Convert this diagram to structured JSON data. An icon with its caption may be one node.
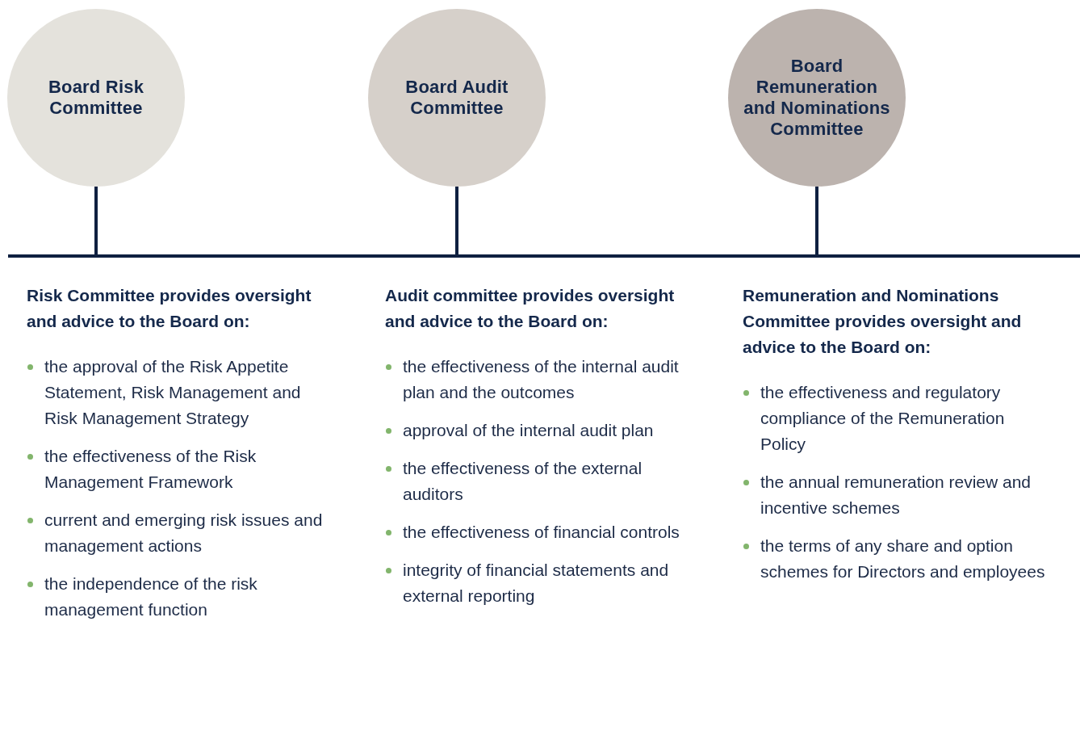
{
  "diagram": {
    "nodes": [
      {
        "text": [
          "Board Risk Committee"
        ],
        "beside": [
          "Risk Committee provides oversight and advice to the Board on:",
          "the approval of the Risk Appetite Statement, Risk Management and Risk Management Strategy",
          "the effectiveness of the Risk Management Framework",
          "current and emerging risk issues and management actions",
          "the independence of the risk management function"
        ]
      },
      {
        "text": [
          "Board Audit Committee"
        ],
        "beside": [
          "Audit committee provides oversight and advice to the Board on:",
          "the effectiveness of the internal audit plan and the outcomes",
          "approval of the internal audit plan",
          "the effectiveness of the external auditors",
          "the effectiveness of financial controls",
          "integrity of financial statements and external reporting"
        ]
      },
      {
        "text": [
          "Board Remuneration and Nominations Committee"
        ],
        "beside": [
          "Remuneration and Nominations Committee provides oversight and advice to the Board on:",
          "the effectiveness and regulatory compliance of the Remuneration Policy",
          "the annual remuneration review and incentive schemes",
          "the terms of any share and option schemes for Directors and employees"
        ]
      },
      {
        "text": [],
        "shape": "bar"
      }
    ],
    "edges": [
      {
        "from": 0,
        "to": 3,
        "arrow": "none"
      },
      {
        "from": 1,
        "to": 3,
        "arrow": "none"
      },
      {
        "from": 2,
        "to": 3,
        "arrow": "none"
      }
    ]
  }
}
